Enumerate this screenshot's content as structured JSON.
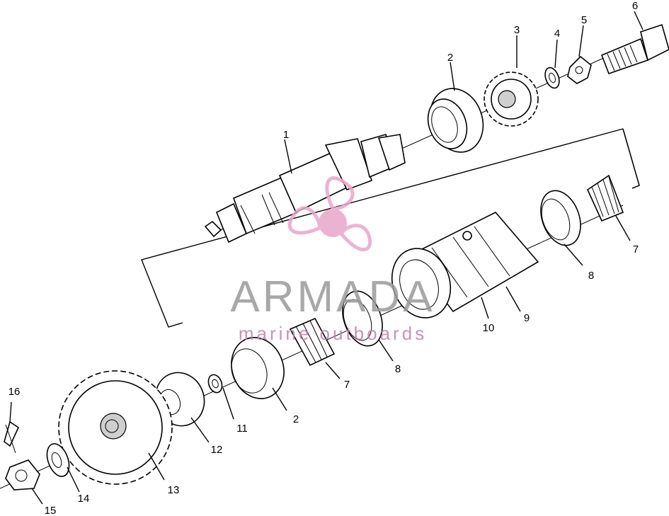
{
  "callouts": [
    "1",
    "2",
    "3",
    "4",
    "5",
    "6",
    "7",
    "7",
    "8",
    "8",
    "9",
    "10",
    "2",
    "11",
    "12",
    "13",
    "14",
    "15",
    "16"
  ],
  "watermark": {
    "brand": "ARMADA",
    "tagline": "marine outboards",
    "brand_color": "#e9a6c9",
    "text_color": "#9a9a9a"
  }
}
